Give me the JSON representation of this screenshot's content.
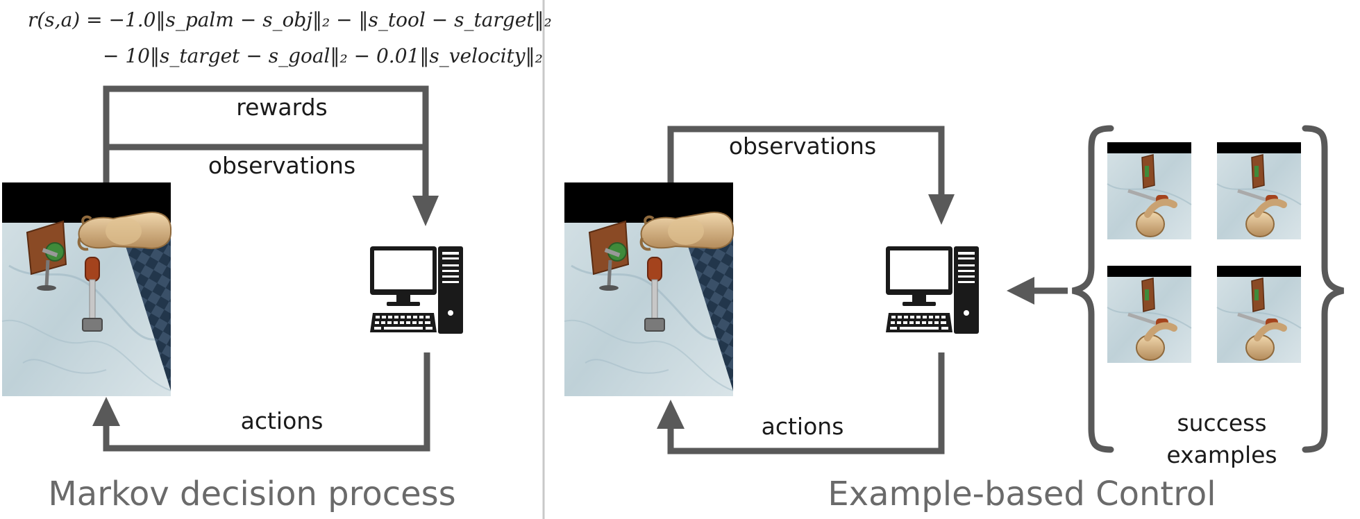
{
  "left_panel": {
    "equation_line1": "r(s,a) = −1.0‖s_palm − s_obj‖₂ − ‖s_tool − s_target‖₂",
    "equation_line2": "− 10‖s_target − s_goal‖₂ − 0.01‖s_velocity‖₂",
    "label_rewards": "rewards",
    "label_observations": "observations",
    "label_actions": "actions",
    "title": "Markov decision process"
  },
  "right_panel": {
    "label_observations": "observations",
    "label_actions": "actions",
    "label_success_line1": "success",
    "label_success_line2": "examples",
    "title": "Example-based Control"
  },
  "colors": {
    "arrow": "#595959",
    "title_text": "#6a6a6a",
    "divider": "#c8c8c8",
    "floor_marble": "#c9d9df",
    "checker_dark": "#2c3e52",
    "hand": "#d9b98a",
    "door_wood": "#8a4a25"
  }
}
